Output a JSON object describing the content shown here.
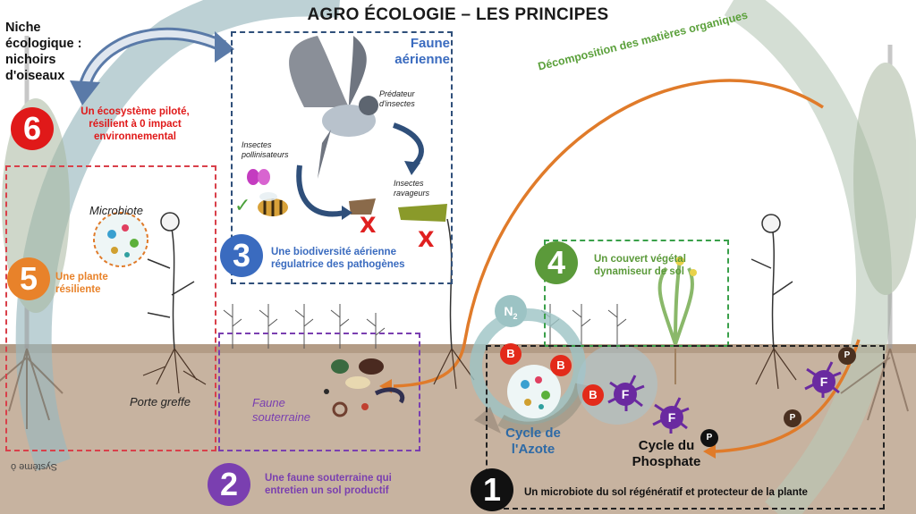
{
  "title": "AGRO ÉCOLOGIE – LES PRINCIPES",
  "niche_label": "Niche écologique : nichoirs d'oiseaux",
  "decomposition_label": "Décomposition des matières organiques",
  "faune_aerienne_label": "Faune aérienne",
  "predateur_label": "Prédateur d'insectes",
  "pollinisateurs_label": "Insectes pollinisateurs",
  "ravageurs_label": "Insectes ravageurs",
  "microbiote_label": "Microbiote",
  "porte_greffe_label": "Porte greffe",
  "faune_souterraine_label": "Faune souterraine",
  "cycle_azote_label": "Cycle de l'Azote",
  "cycle_phosphate_label": "Cycle du Phosphate",
  "watermark": "Système ò",
  "symbols": {
    "n2": "N",
    "n2_sub": "2",
    "b": "B",
    "f": "F",
    "p": "P",
    "cross": "X",
    "check": "✓"
  },
  "principles": [
    {
      "number": "1",
      "text": "Un microbiote du sol régénératif et protecteur de la plante",
      "color": "#111111"
    },
    {
      "number": "2",
      "text": "Une faune souterraine qui entretien un sol productif",
      "color": "#7a3fb0"
    },
    {
      "number": "3",
      "text": "Une biodiversité aérienne régulatrice des pathogènes",
      "color": "#3a6bbf"
    },
    {
      "number": "4",
      "text": "Un couvert végétal dynamiseur de sol",
      "color": "#5b9a3a"
    },
    {
      "number": "5",
      "text": "Une plante résiliente",
      "color": "#e8822a"
    },
    {
      "number": "6",
      "text": "Un écosystème piloté, résilient à 0 impact environnemental",
      "color": "#e01919"
    }
  ],
  "colors": {
    "soil": "#bfa892",
    "cycle_ring": "#9cc3c4",
    "decomposition_arrow": "#e07b2a",
    "blue_arrow": "#3a5a8a"
  }
}
